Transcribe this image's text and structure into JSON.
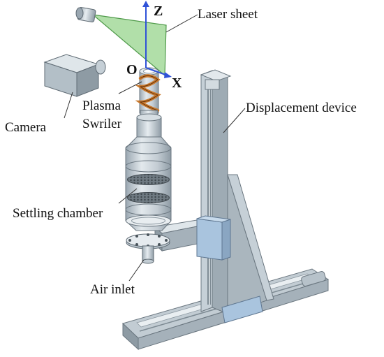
{
  "labels": {
    "laser_sheet": "Laser sheet",
    "camera": "Camera",
    "plasma": "Plasma",
    "swriler": "Swriler",
    "displacement_device": "Displacement device",
    "settling_chamber": "Settling chamber",
    "air_inlet": "Air inlet"
  },
  "axes": {
    "z": "Z",
    "x": "X",
    "origin": "O"
  },
  "colors": {
    "laser": "#a8dba0",
    "laser_edge": "#4f9a4a",
    "axis": "#2f52d8",
    "metal_light": "#dde5ea",
    "metal_mid": "#b9c6cf",
    "metal_dark": "#8c9aa4",
    "carriage_blue": "#a9c4de",
    "swirler": "#c8782c",
    "glass": "#c7d1d8"
  }
}
